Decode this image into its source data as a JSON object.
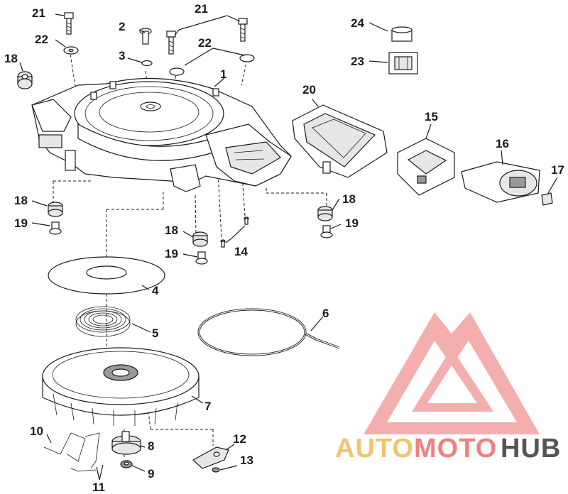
{
  "callouts": {
    "c1": "1",
    "c2": "2",
    "c3": "3",
    "c4": "4",
    "c5": "5",
    "c6": "6",
    "c7": "7",
    "c8": "8",
    "c9": "9",
    "c10": "10",
    "c11": "11",
    "c12": "12",
    "c13": "13",
    "c14": "14",
    "c15": "15",
    "c16": "16",
    "c17": "17",
    "c18a": "18",
    "c18b": "18",
    "c18c": "18",
    "c18d": "18",
    "c19a": "19",
    "c19b": "19",
    "c19c": "19",
    "c20": "20",
    "c21a": "21",
    "c21b": "21",
    "c22a": "22",
    "c22b": "22",
    "c23": "23",
    "c24": "24"
  },
  "watermark": {
    "auto": "AUTO",
    "moto": "MOTO",
    "hub": "HUB",
    "color_primary": "#f08080",
    "color_accent": "#f5c170",
    "color_dark": "#555555"
  }
}
